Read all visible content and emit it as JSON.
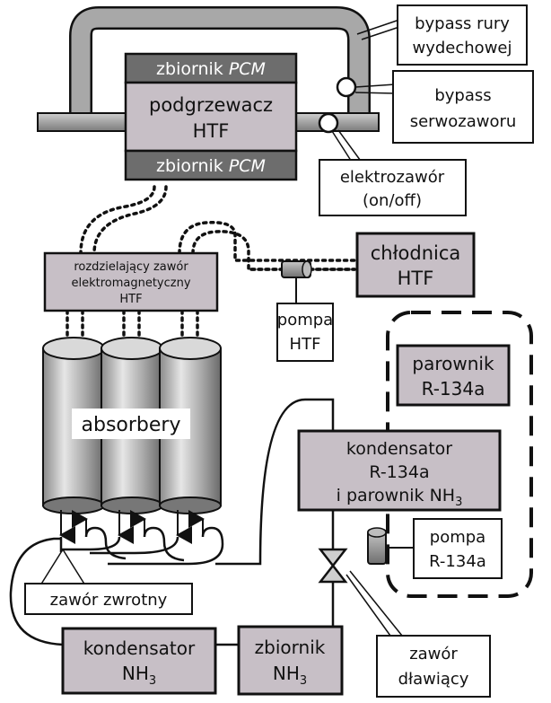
{
  "diagram": {
    "pcm_top": {
      "main": "zbiornik ",
      "italic": "PCM"
    },
    "heater": {
      "line1": "podgrzewacz",
      "line2": "HTF"
    },
    "pcm_bottom": {
      "main": "zbiornik ",
      "italic": "PCM"
    },
    "bypass_exhaust": {
      "line1": "bypass rury",
      "line2": "wydechowej"
    },
    "bypass_servo": {
      "line1": "bypass",
      "line2": "serwozaworu"
    },
    "solenoid": {
      "line1": "elektrozawór",
      "line2": "(on/off)"
    },
    "cooler": {
      "line1": "chłodnica",
      "line2": "HTF"
    },
    "distributor": {
      "line1": "rozdzielający zawór",
      "line2": "elektromagnetyczny",
      "line3": "HTF"
    },
    "pump_htf": {
      "line1": "pompa",
      "line2": "HTF"
    },
    "evaporator": {
      "line1": "parownik",
      "line2": "R-134a"
    },
    "absorbers": "absorbery",
    "condenser_r134a": {
      "line1": "kondensator",
      "line2": "R-134a",
      "line3_main": "i parownik NH",
      "line3_sub": "3"
    },
    "pump_r134a": {
      "line1": "pompa",
      "line2": "R-134a"
    },
    "check_valve": "zawór zwrotny",
    "condenser_nh3": {
      "line1": "kondensator",
      "line2_main": "NH",
      "line2_sub": "3"
    },
    "tank_nh3": {
      "line1": "zbiornik",
      "line2_main": "NH",
      "line2_sub": "3"
    },
    "throttle_valve": {
      "line1": "zawór",
      "line2": "dławiący"
    }
  },
  "colors": {
    "box_fill": "#c7bfc6",
    "pcm_fill": "#6e6e6e",
    "pipe_fill": "#a9a9a9",
    "cylinder_light": "#e2e2e2",
    "cylinder_dark": "#7b7b7b",
    "stroke": "#111111"
  }
}
